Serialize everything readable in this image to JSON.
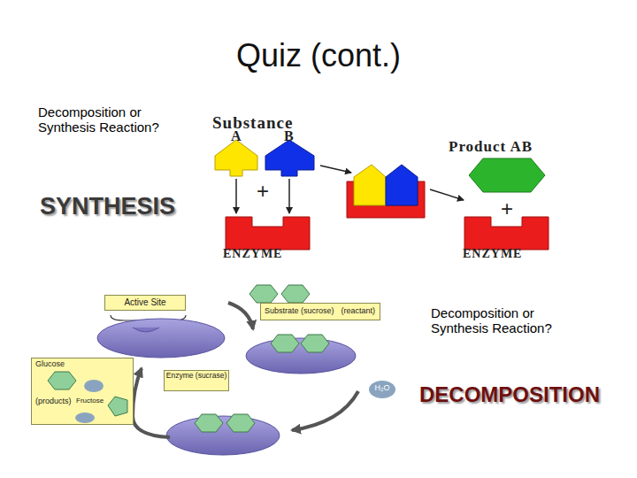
{
  "diagram": {
    "title": "Quiz (cont.)",
    "nodes": [
      {
        "text": [
          "Active Site"
        ]
      },
      {
        "text": [
          "Substrate (sucrose)",
          "(reactant)"
        ]
      },
      {
        "text": [
          "Enzyme (sucrase)"
        ]
      },
      {
        "text": [
          "Glucose",
          "(products)",
          "Fructose"
        ]
      },
      {
        "text": [
          "H₂O"
        ]
      }
    ],
    "labels": [
      "Decomposition or Synthesis Reaction?",
      "SYNTHESIS",
      "Substance",
      "A",
      "B",
      "+",
      "ENZYME",
      "Product AB",
      "+",
      "ENZYME",
      "Decomposition or Synthesis Reaction?",
      "DECOMPOSITION"
    ]
  }
}
